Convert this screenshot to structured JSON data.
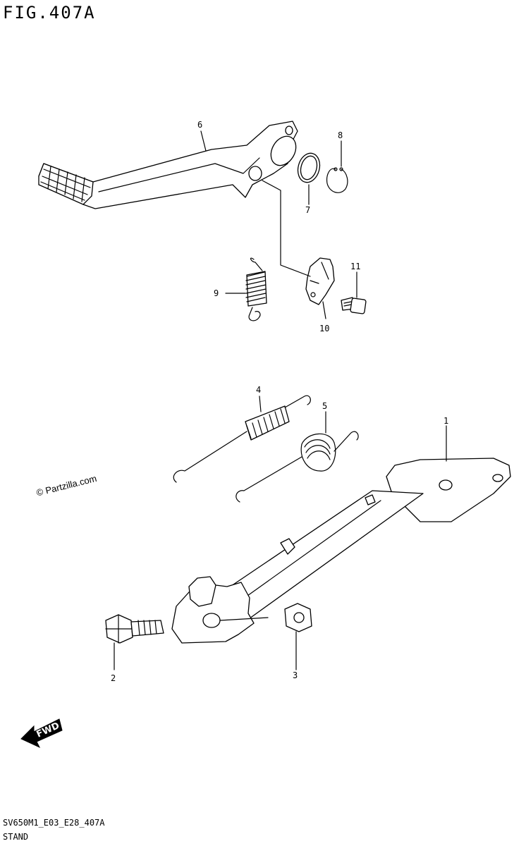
{
  "figure": {
    "title": "FIG.407A",
    "code": "SV650M1_E03_E28_407A",
    "name": "STAND"
  },
  "watermark": "© Partzilla.com",
  "direction": "FWD",
  "callouts": {
    "c1": "1",
    "c2": "2",
    "c3": "3",
    "c4": "4",
    "c5": "5",
    "c6": "6",
    "c7": "7",
    "c8": "8",
    "c9": "9",
    "c10": "10",
    "c11": "11"
  }
}
